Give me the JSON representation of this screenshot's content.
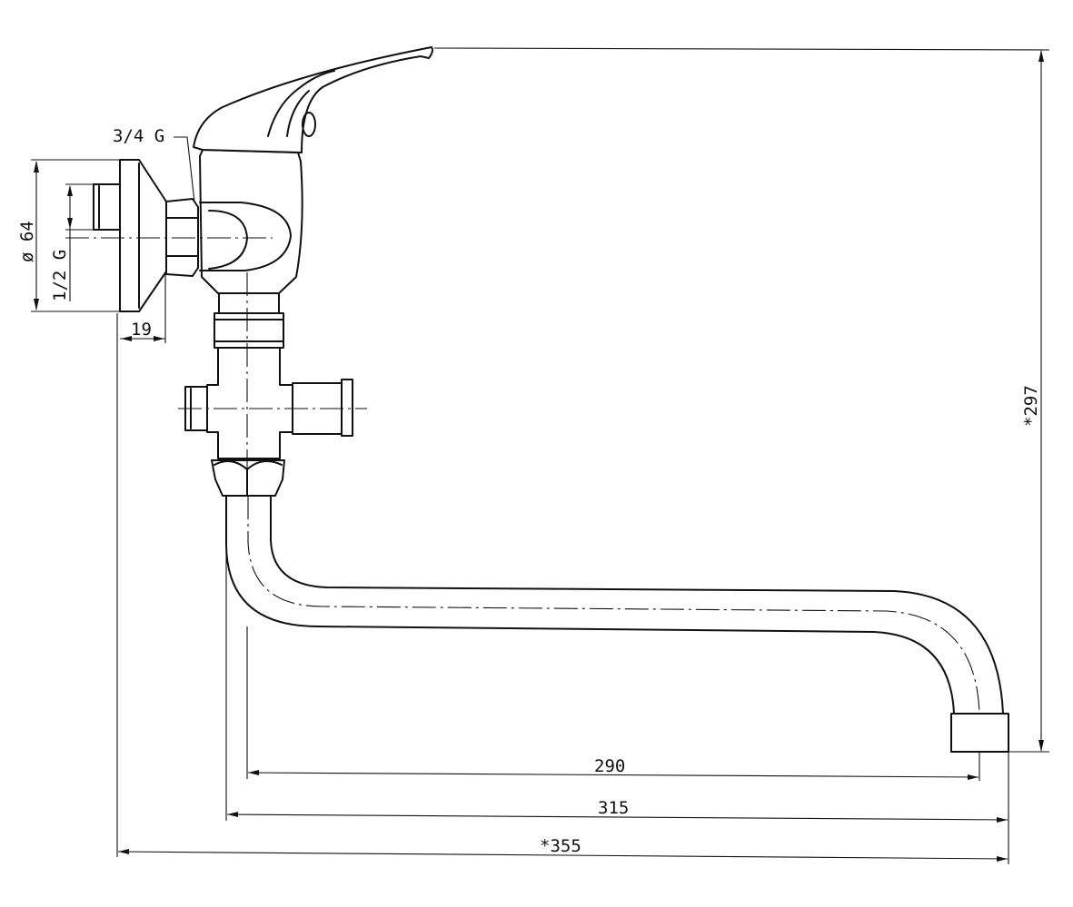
{
  "dimensions": {
    "thread_outlet": "3/4 G",
    "flange_diameter": "ø 64",
    "thread_inlet": "1/2 G",
    "flange_depth": "19",
    "total_height": "*297",
    "spout_reach_axis": "290",
    "spout_reach_outer": "315",
    "overall_length": "*355"
  }
}
